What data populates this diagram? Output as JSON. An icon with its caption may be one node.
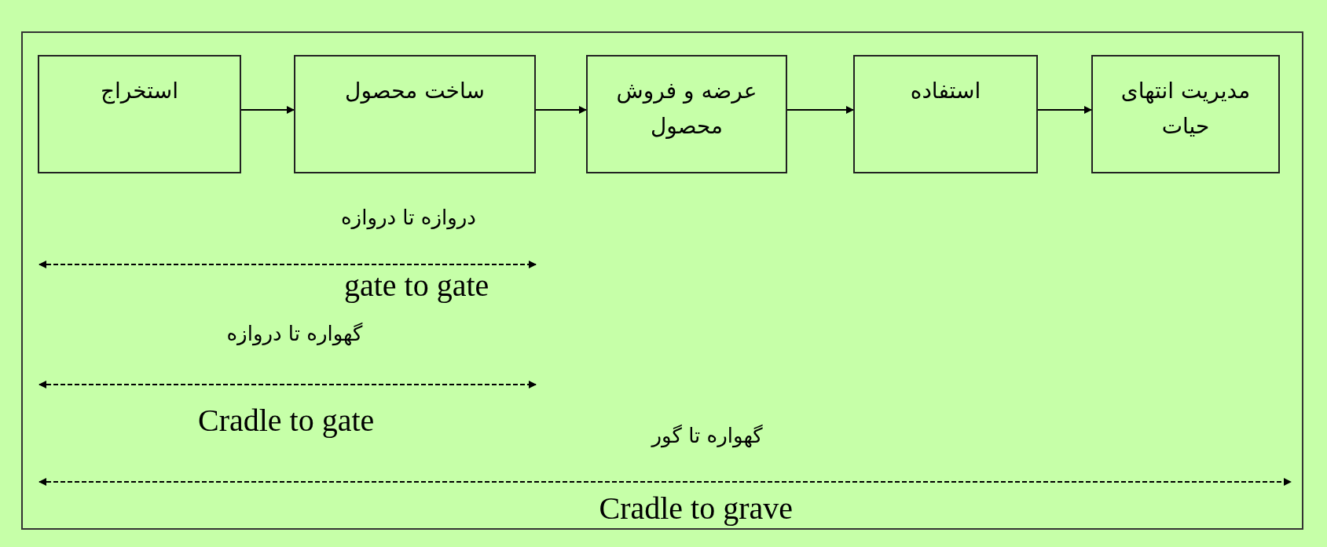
{
  "diagram": {
    "nodes": [
      {
        "text": [
          "استخراج"
        ]
      },
      {
        "text": [
          "ساخت محصول"
        ]
      },
      {
        "text": [
          "عرضه و فروش محصول"
        ]
      },
      {
        "text": [
          "استفاده"
        ]
      },
      {
        "text": [
          "مدیریت انتهای حیات"
        ]
      }
    ],
    "edges": [
      {
        "from": 0,
        "to": 1,
        "arrow": "to"
      },
      {
        "from": 1,
        "to": 2,
        "arrow": "to"
      },
      {
        "from": 2,
        "to": 3,
        "arrow": "to"
      },
      {
        "from": 3,
        "to": 4,
        "arrow": "to"
      }
    ],
    "labels": [
      "دروازه تا دروازه",
      "gate to gate",
      "گهواره تا دروازه",
      "Cradle to gate",
      "گهواره تا گور",
      "Cradle to grave"
    ]
  }
}
